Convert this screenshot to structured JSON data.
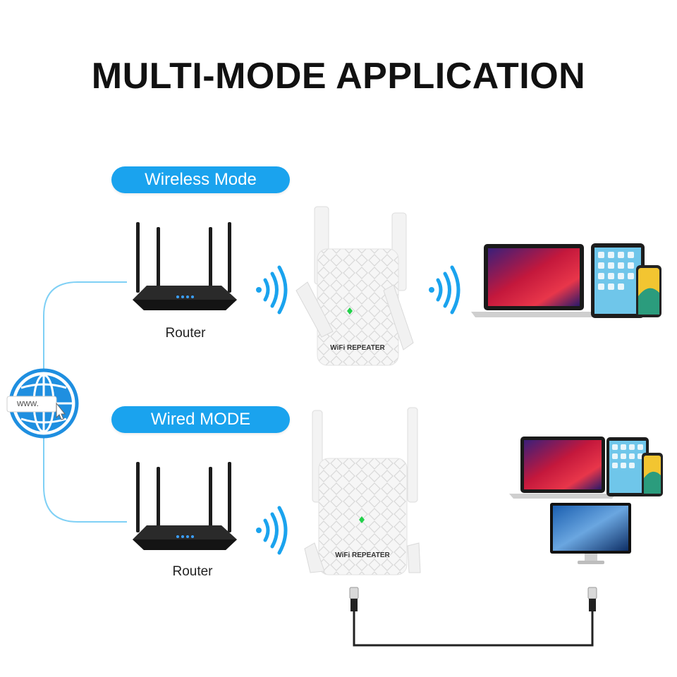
{
  "title": "MULTI-MODE APPLICATION",
  "modes": {
    "wireless": {
      "label": "Wireless Mode",
      "router_label": "Router",
      "repeater_label": "WiFi REPEATER"
    },
    "wired": {
      "label": "Wired MODE",
      "router_label": "Router",
      "repeater_label": "WiFi REPEATER"
    }
  },
  "globe": {
    "url_text": "www.",
    "icon": "globe-icon"
  },
  "colors": {
    "accent": "#1aa3ee",
    "cable": "#7fd0f5",
    "signal": "#1aa3ee",
    "led": "#22d14a"
  },
  "icons": [
    "globe-icon",
    "router-icon",
    "wifi-signal-icon",
    "repeater-icon",
    "laptop-icon",
    "tablet-icon",
    "phone-icon",
    "monitor-icon",
    "ethernet-cable-icon"
  ]
}
